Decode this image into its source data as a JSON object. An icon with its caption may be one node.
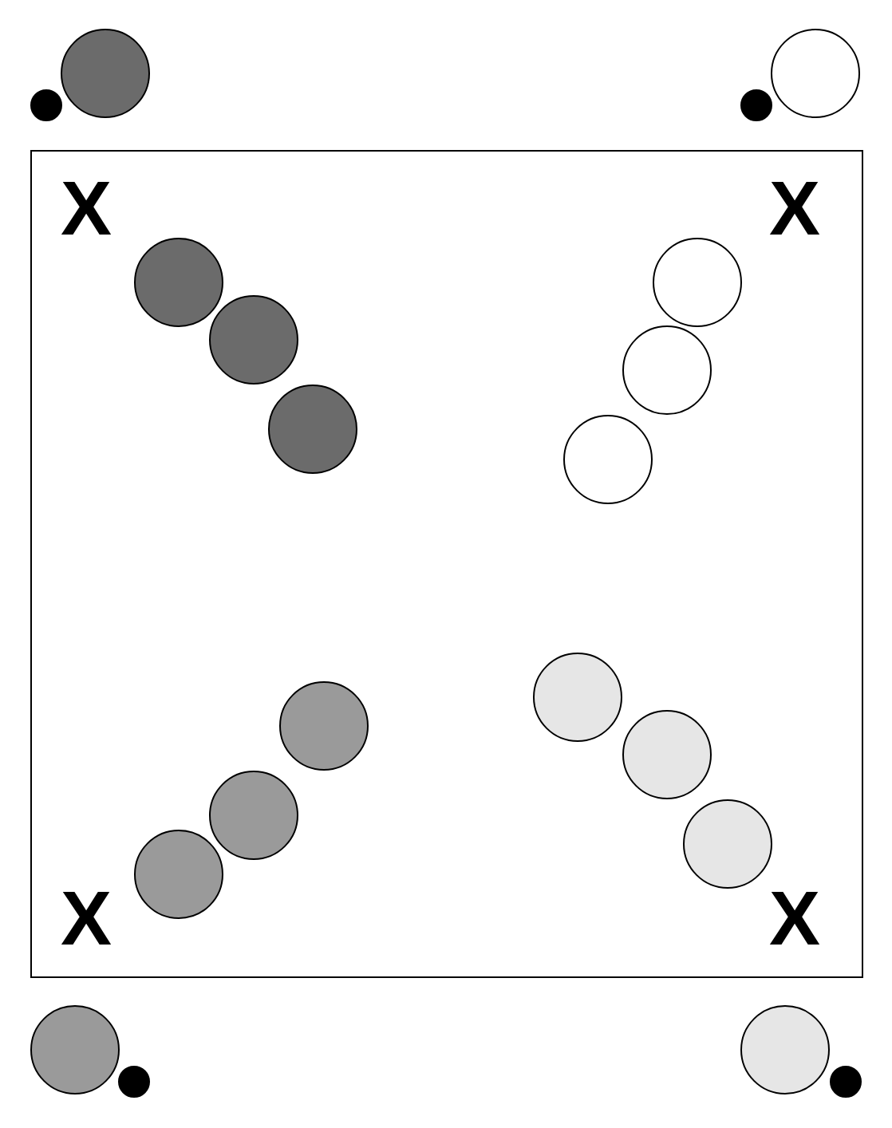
{
  "diagram": {
    "nodes": [
      {
        "text": [],
        "shape": "circle"
      },
      {
        "text": [],
        "shape": "circle"
      },
      {
        "text": [],
        "shape": "circle"
      },
      {
        "text": [],
        "shape": "circle"
      },
      {
        "text": [],
        "shape": "box"
      },
      {
        "text": [],
        "shape": "circle",
        "in": 4
      },
      {
        "text": [],
        "shape": "circle",
        "in": 4
      },
      {
        "text": [],
        "shape": "circle",
        "in": 4
      },
      {
        "text": [],
        "shape": "circle",
        "in": 4
      },
      {
        "text": [],
        "shape": "circle",
        "in": 4
      },
      {
        "text": [],
        "shape": "circle",
        "in": 4
      },
      {
        "text": [],
        "shape": "circle",
        "in": 4
      },
      {
        "text": [],
        "shape": "circle",
        "in": 4
      },
      {
        "text": [],
        "shape": "circle",
        "in": 4
      },
      {
        "text": [],
        "shape": "circle",
        "in": 4
      },
      {
        "text": [],
        "shape": "circle",
        "in": 4
      },
      {
        "text": [],
        "shape": "circle",
        "in": 4
      },
      {
        "text": [],
        "shape": "circle"
      },
      {
        "text": [],
        "shape": "circle"
      },
      {
        "text": [],
        "shape": "circle"
      },
      {
        "text": [],
        "shape": "circle"
      }
    ],
    "labels": [
      "X",
      "X",
      "X",
      "X"
    ]
  }
}
